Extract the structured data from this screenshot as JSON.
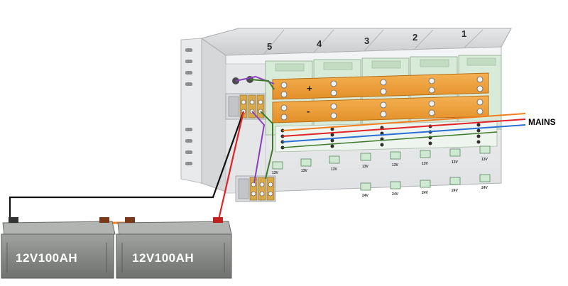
{
  "rack": {
    "slots": [
      "5",
      "4",
      "3",
      "2",
      "1"
    ]
  },
  "busbars": {
    "positive_label": "+",
    "negative_label": "-"
  },
  "mains": {
    "label": "MAINS"
  },
  "outputs": {
    "top_row": [
      "13V",
      "13V",
      "13V",
      "13V",
      "13V",
      "13V",
      "13V",
      "13V"
    ],
    "bottom_row": [
      "24V",
      "24V",
      "24V",
      "24V",
      "24V"
    ]
  },
  "batteries": [
    {
      "label": "12V100AH"
    },
    {
      "label": "12V100AH"
    }
  ],
  "colors": {
    "busbar": "#f0a33c",
    "psu_body": "#d8ead8",
    "wire_black": "#111111",
    "wire_red": "#e0242a",
    "wire_blue": "#2a6fd6",
    "wire_orange": "#f07d1e",
    "wire_purple": "#8a3fbf",
    "wire_green": "#3f7a2a",
    "battery_body": "#8d8f8c"
  }
}
